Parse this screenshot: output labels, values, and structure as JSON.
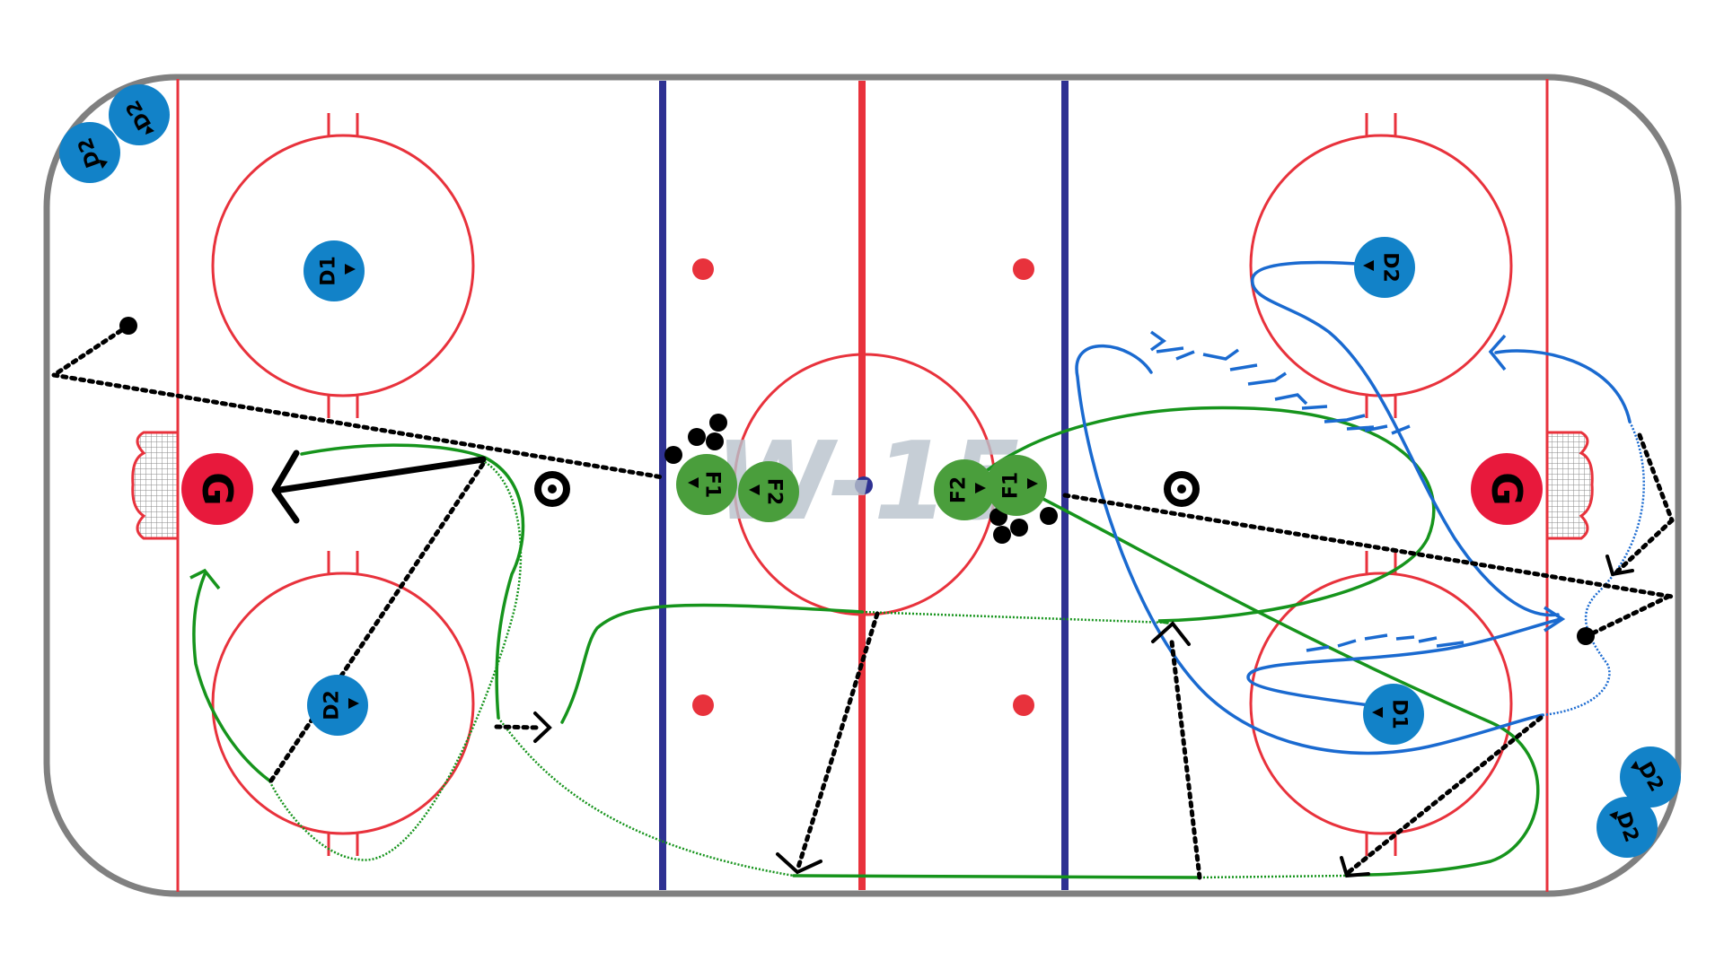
{
  "rink": {
    "board_color": "#808080",
    "red_line_color": "#e8323c",
    "blue_line_color": "#2e3192",
    "center_dot_color": "#2e3192"
  },
  "watermark": {
    "text": "W-15",
    "color": "#b9c2cc"
  },
  "colors": {
    "defense": "#1282c8",
    "forward": "#4a9e3c",
    "goalie": "#e8193c",
    "green_route": "#16941c",
    "blue_route": "#1a6ad0",
    "pass": "#000000"
  },
  "goalies": [
    {
      "label": "G"
    },
    {
      "label": "G"
    }
  ],
  "players": [
    {
      "label": "D2",
      "role": "defense"
    },
    {
      "label": "D2",
      "role": "defense"
    },
    {
      "label": "D1",
      "role": "defense"
    },
    {
      "label": "D2",
      "role": "defense"
    },
    {
      "label": "F1",
      "role": "forward"
    },
    {
      "label": "F2",
      "role": "forward"
    },
    {
      "label": "F2",
      "role": "forward"
    },
    {
      "label": "F1",
      "role": "forward"
    },
    {
      "label": "D2",
      "role": "defense"
    },
    {
      "label": "D1",
      "role": "defense"
    },
    {
      "label": "D2",
      "role": "defense"
    },
    {
      "label": "D2",
      "role": "defense"
    }
  ],
  "legend": []
}
